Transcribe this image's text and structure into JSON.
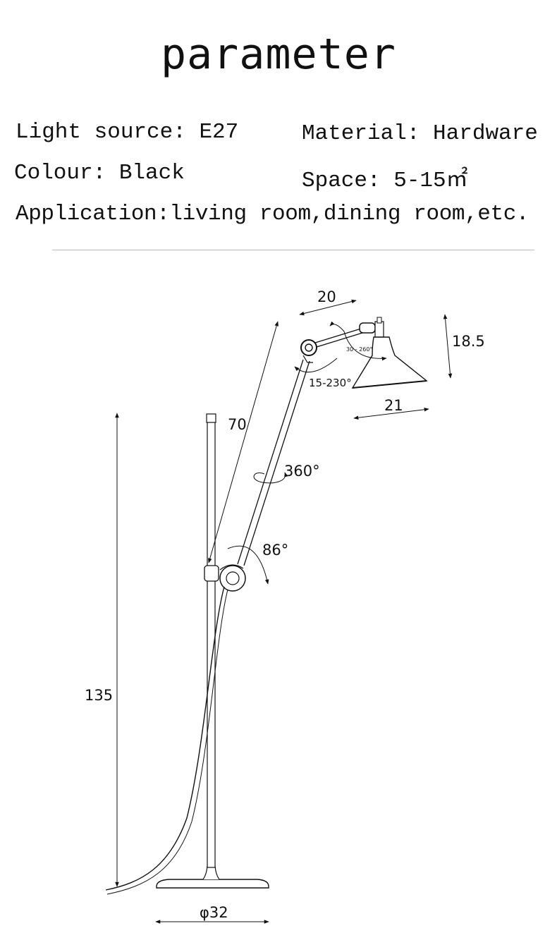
{
  "title": "parameter",
  "specs": {
    "light_source": "Light source: E27",
    "material": "Material: Hardware",
    "colour": "Colour: Black",
    "space": "Space: 5-15㎡",
    "application": "Application:living room,dining room,etc."
  },
  "dimensions": {
    "head_arm": "20",
    "shade_height": "18.5",
    "shade_width": "21",
    "arm_length": "70",
    "height": "135",
    "base_diameter": "φ32",
    "rotation": "360°",
    "lower_angle": "86°",
    "elbow_angle": "15-230°",
    "head_angle": "30 - 260°"
  }
}
